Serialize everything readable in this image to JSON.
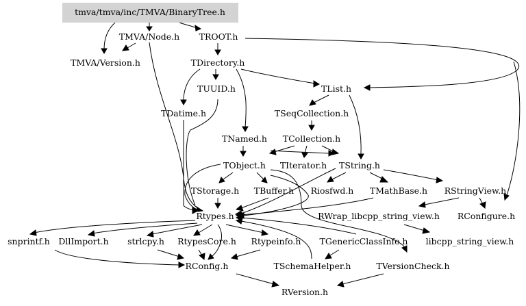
{
  "graph": {
    "nodes": {
      "binarytree": "tmva/tmva/inc/TMVA/BinaryTree.h",
      "node": "TMVA/Node.h",
      "troot": "TROOT.h",
      "version": "TMVA/Version.h",
      "tdirectory": "TDirectory.h",
      "tuuid": "TUUID.h",
      "tlist": "TList.h",
      "tdatime": "TDatime.h",
      "tseqcollection": "TSeqCollection.h",
      "tnamed": "TNamed.h",
      "tcollection": "TCollection.h",
      "tobject": "TObject.h",
      "titerator": "TIterator.h",
      "tstring": "TString.h",
      "tstorage": "TStorage.h",
      "tbuffer": "TBuffer.h",
      "riosfwd": "Riosfwd.h",
      "tmathbase": "TMathBase.h",
      "rstringview": "RStringView.h",
      "rtypes": "Rtypes.h",
      "rwrap": "RWrap_libcpp_string_view.h",
      "rconfigure": "RConfigure.h",
      "snprintf": "snprintf.h",
      "dllimport": "DllImport.h",
      "strlcpy": "strlcpy.h",
      "rtypescore": "RtypesCore.h",
      "rtypeinfo": "Rtypeinfo.h",
      "tgenericclassinfo": "TGenericClassInfo.h",
      "libcpp": "libcpp_string_view.h",
      "rconfig": "RConfig.h",
      "tschemahelper": "TSchemaHelper.h",
      "tversioncheck": "TVersionCheck.h",
      "rversion": "RVersion.h"
    },
    "root_fill": "#d3d3d3"
  }
}
